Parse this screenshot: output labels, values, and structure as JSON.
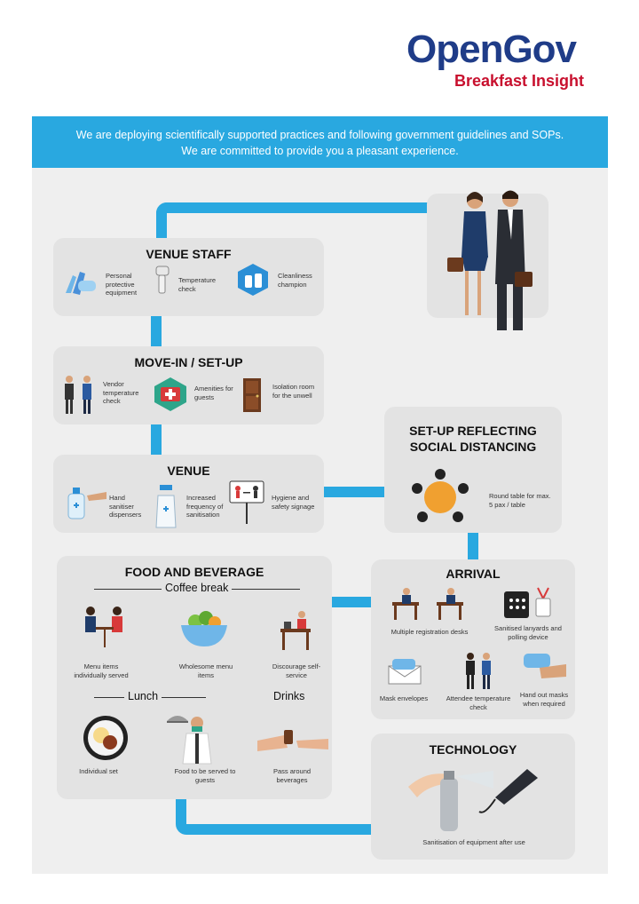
{
  "brand": {
    "name": "OpenGov",
    "tagline": "Breakfast Insight"
  },
  "banner": {
    "line1": "We are deploying scientifically supported practices and following government guidelines and SOPs.",
    "line2": "We are committed to provide you a pleasant experience."
  },
  "venue_staff": {
    "title": "VENUE STAFF",
    "items": [
      "Personal protective equipment",
      "Temperature check",
      "Cleanliness champion"
    ]
  },
  "move_in": {
    "title": "MOVE-IN / SET-UP",
    "items": [
      "Vendor temperature check",
      "Amenities for guests",
      "Isolation room for the unwell"
    ]
  },
  "venue": {
    "title": "VENUE",
    "items": [
      "Hand sanitiser dispensers",
      "Increased frequency of sanitisation",
      "Hygiene and safety signage"
    ]
  },
  "social_distancing": {
    "title_line1": "SET-UP REFLECTING",
    "title_line2": "SOCIAL DISTANCING",
    "item": "Round table for max. 5 pax / table"
  },
  "food": {
    "title": "FOOD AND BEVERAGE",
    "coffee_break": "Coffee break",
    "coffee_items": [
      "Menu items individually served",
      "Wholesome menu items",
      "Discourage self-service"
    ],
    "lunch": "Lunch",
    "drinks": "Drinks",
    "lunch_items": [
      "Individual set",
      "Food to be served to guests",
      "Pass around beverages"
    ]
  },
  "arrival": {
    "title": "ARRIVAL",
    "items": [
      "Multiple registration desks",
      "Sanitised lanyards and polling device",
      "Mask envelopes",
      "Attendee temperature check",
      "Hand out masks when required"
    ]
  },
  "technology": {
    "title": "TECHNOLOGY",
    "item": "Sanitisation of equipment after use"
  },
  "colors": {
    "accent": "#29a8e0",
    "brand_blue": "#1f3c88",
    "brand_red": "#c8102e",
    "card": "#e3e3e3"
  }
}
